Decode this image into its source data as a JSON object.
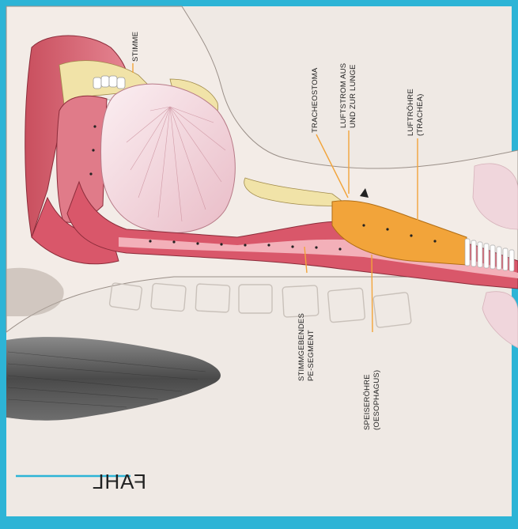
{
  "labels": {
    "stimme": "STIMME",
    "tracheostoma": "TRACHEOSTOMA",
    "luftstrom_1": "LUFTSTROM AUS",
    "luftstrom_2": "UND ZUR LUNGE",
    "luftroehre_1": "LUFTRÖHRE",
    "luftroehre_2": "(TRACHEA)",
    "pe_segment_1": "STIMMGEBENDES",
    "pe_segment_2": "PE-SEGMENT",
    "speiseroehre_1": "SPEISERÖHRE",
    "speiseroehre_2": "(OESOPHAGUS)"
  },
  "logo": {
    "text": "FAHL"
  },
  "colors": {
    "frame": "#2db4d6",
    "background": "#efe9e4",
    "mucosa": "#d9576a",
    "trachea_air": "#f2a43a",
    "fat": "#f1e3a8"
  }
}
